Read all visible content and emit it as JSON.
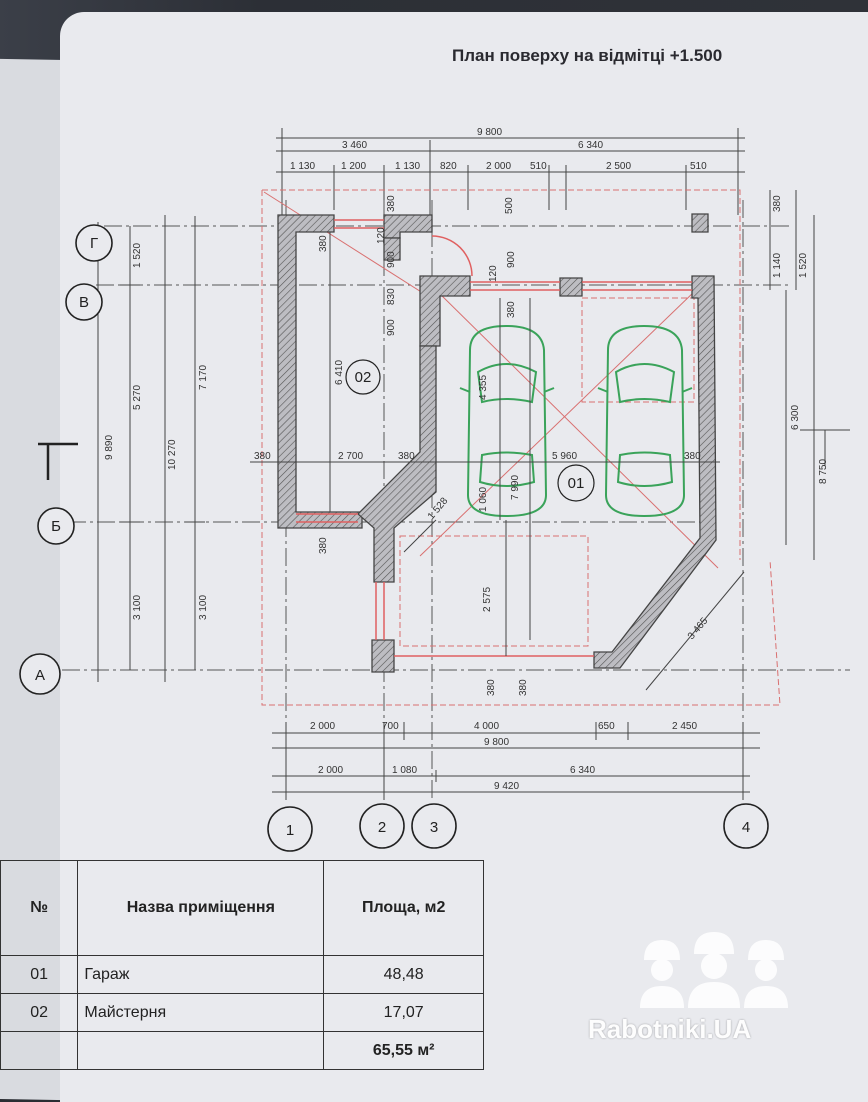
{
  "title": "План поверху на відмітці +1.500",
  "dimensions": {
    "top_total": "9 800",
    "top_left": "3 460",
    "top_right": "6 340",
    "top_row": [
      "1 130",
      "1 200",
      "1 130",
      "820",
      "2 000",
      "510",
      "2 500",
      "510"
    ],
    "bottom_row1": [
      "2 000",
      "700",
      "4 000",
      "650",
      "2 450"
    ],
    "bottom_total1": "9 800",
    "bottom_row2": [
      "2 000",
      "1 080",
      "6 340"
    ],
    "bottom_total2": "9 420",
    "left_chain": [
      "1 520",
      "5 270",
      "3 100"
    ],
    "left_totals": [
      "9 890",
      "10 270",
      "7 170",
      "3 100"
    ],
    "right_chain": [
      "380",
      "1 140",
      "1 520"
    ],
    "right_totals": [
      "6 300",
      "8 750"
    ],
    "interior": {
      "w380a": "380",
      "w380b": "380",
      "w380c": "380",
      "w380d": "380",
      "w380e": "380",
      "w380f": "380",
      "w380g": "380",
      "w380h": "380",
      "w380i": "380",
      "w120a": "120",
      "w120b": "120",
      "w900a": "900",
      "w900b": "900",
      "w900c": "900",
      "w830": "830",
      "w500": "500",
      "w6410": "6 410",
      "w2700": "2 700",
      "w5960": "5 960",
      "w4355": "4 355",
      "w7990": "7 990",
      "w1060": "1 060",
      "w1528": "1 528",
      "w2575": "2 575",
      "w3465": "3 465"
    }
  },
  "axes": {
    "letters": [
      "Г",
      "В",
      "Б",
      "А"
    ],
    "numbers": [
      "1",
      "2",
      "3",
      "4"
    ]
  },
  "rooms": {
    "r01": "01",
    "r02": "02"
  },
  "table": {
    "headers": {
      "num": "№",
      "name": "Назва приміщення",
      "area": "Площа, м2"
    },
    "rows": [
      {
        "num": "01",
        "name": "Гараж",
        "area": "48,48"
      },
      {
        "num": "02",
        "name": "Майстерня",
        "area": "17,07"
      }
    ],
    "total": "65,55",
    "total_unit": "м²"
  },
  "watermark": "Rabotniki.UA",
  "colors": {
    "wall": "#555555",
    "hatch": "#888888",
    "car": "#3aa35a",
    "opening": "#e06060",
    "dim_line": "#444444"
  }
}
